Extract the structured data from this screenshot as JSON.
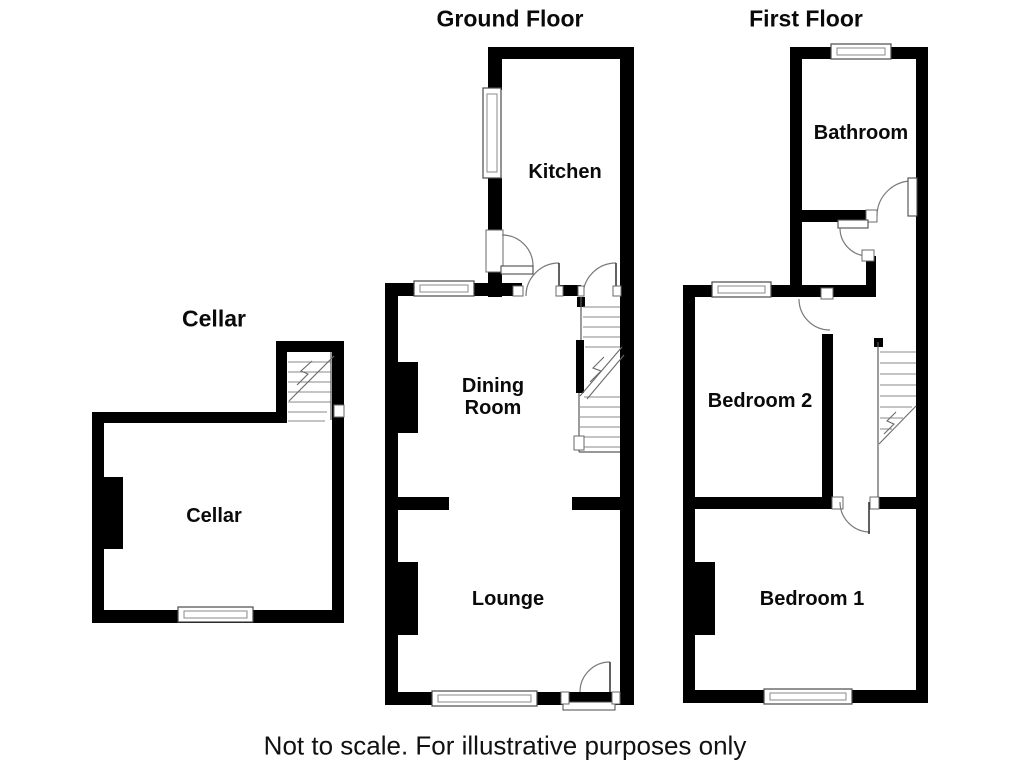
{
  "plans": [
    {
      "id": "cellar",
      "title": "Cellar",
      "rooms": [
        {
          "label": "Cellar"
        }
      ]
    },
    {
      "id": "ground-floor",
      "title": "Ground Floor",
      "rooms": [
        {
          "label": "Kitchen"
        },
        {
          "label": "Dining Room"
        },
        {
          "label": "Lounge"
        }
      ]
    },
    {
      "id": "first-floor",
      "title": "First Floor",
      "rooms": [
        {
          "label": "Bathroom"
        },
        {
          "label": "Bedroom 2"
        },
        {
          "label": "Bedroom 1"
        }
      ]
    }
  ],
  "footer": {
    "note": "Not to scale. For illustrative purposes only"
  },
  "colors": {
    "wall": "#000000",
    "background": "#ffffff",
    "detail_line": "#7a7a7a"
  }
}
